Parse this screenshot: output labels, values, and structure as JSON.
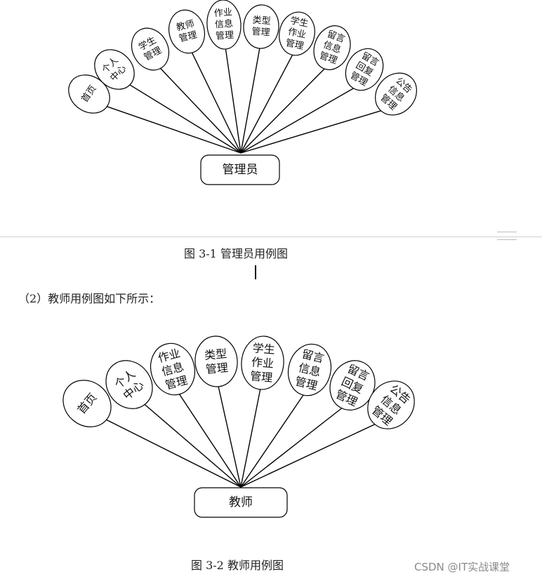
{
  "diagram1": {
    "actor": "管理员",
    "caption": "图 3-1 管理员用例图",
    "use_cases": [
      {
        "lines": [
          "首页"
        ]
      },
      {
        "lines": [
          "个人",
          "中心"
        ]
      },
      {
        "lines": [
          "学生",
          "管理"
        ]
      },
      {
        "lines": [
          "教师",
          "管理"
        ]
      },
      {
        "lines": [
          "作业",
          "信息",
          "管理"
        ]
      },
      {
        "lines": [
          "类型",
          "管理"
        ]
      },
      {
        "lines": [
          "学生",
          "作业",
          "管理"
        ]
      },
      {
        "lines": [
          "留言",
          "信息",
          "管理"
        ]
      },
      {
        "lines": [
          "留言",
          "回复",
          "管理"
        ]
      },
      {
        "lines": [
          "公告",
          "信息",
          "管理"
        ]
      }
    ]
  },
  "intro_text": "（2）教师用例图如下所示：",
  "diagram2": {
    "actor": "教师",
    "caption": "图 3-2 教师用例图",
    "use_cases": [
      {
        "lines": [
          "首页"
        ]
      },
      {
        "lines": [
          "个人",
          "中心"
        ]
      },
      {
        "lines": [
          "作业",
          "信息",
          "管理"
        ]
      },
      {
        "lines": [
          "类型",
          "管理"
        ]
      },
      {
        "lines": [
          "学生",
          "作业",
          "管理"
        ]
      },
      {
        "lines": [
          "留言",
          "信息",
          "管理"
        ]
      },
      {
        "lines": [
          "留言",
          "回复",
          "管理"
        ]
      },
      {
        "lines": [
          "公告",
          "信息",
          "管理"
        ]
      }
    ]
  },
  "watermark": "CSDN @IT实战课堂"
}
